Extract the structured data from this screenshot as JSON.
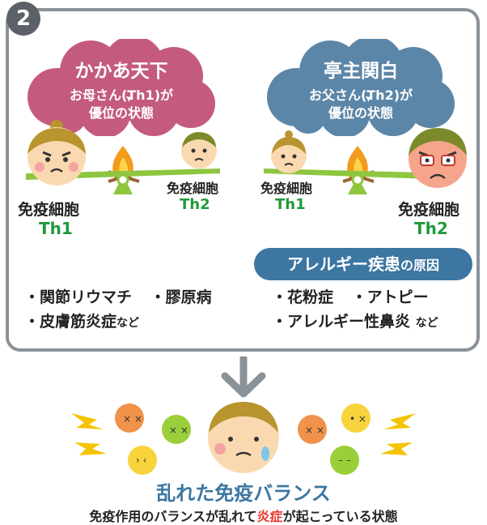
{
  "badge": "2",
  "left": {
    "cloud_title": "かかあ天下",
    "cloud_sub1": "お母さん(Th1)が",
    "cloud_sub2": "優位の状態",
    "cell_big_label": "免疫細胞",
    "cell_big_type": "Th1",
    "cell_small_label": "免疫細胞",
    "cell_small_type": "Th2",
    "diseases": [
      {
        "main": "・関節リウマチ",
        "extra": ""
      },
      {
        "main": "・膠原病",
        "extra": ""
      },
      {
        "main": "・皮膚筋炎症",
        "extra": "など"
      }
    ]
  },
  "right": {
    "cloud_title": "亭主関白",
    "cloud_sub1": "お父さん(Th2)が",
    "cloud_sub2": "優位の状態",
    "cell_small_label": "免疫細胞",
    "cell_small_type": "Th1",
    "cell_big_label": "免疫細胞",
    "cell_big_type": "Th2",
    "pill_main": "アレルギー疾患",
    "pill_suffix": "の原因",
    "diseases": [
      {
        "main": "・花粉症",
        "extra": ""
      },
      {
        "main": "・アトピー",
        "extra": ""
      },
      {
        "main": "・アレルギー性鼻炎",
        "extra": "など"
      }
    ]
  },
  "bottom": {
    "title": "乱れた免疫バランス",
    "subtitle_before": "免疫作用のバランスが乱れて",
    "subtitle_highlight": "炎症",
    "subtitle_after": "が起こっている状態"
  },
  "colors": {
    "frame": "#8a9299",
    "left_cloud": "#c45b7c",
    "right_cloud": "#5c86a8",
    "seesaw": "#8dc63f",
    "green_text": "#1f9a3a",
    "accent_blue": "#3c76a1",
    "highlight_red": "#e8352a"
  }
}
